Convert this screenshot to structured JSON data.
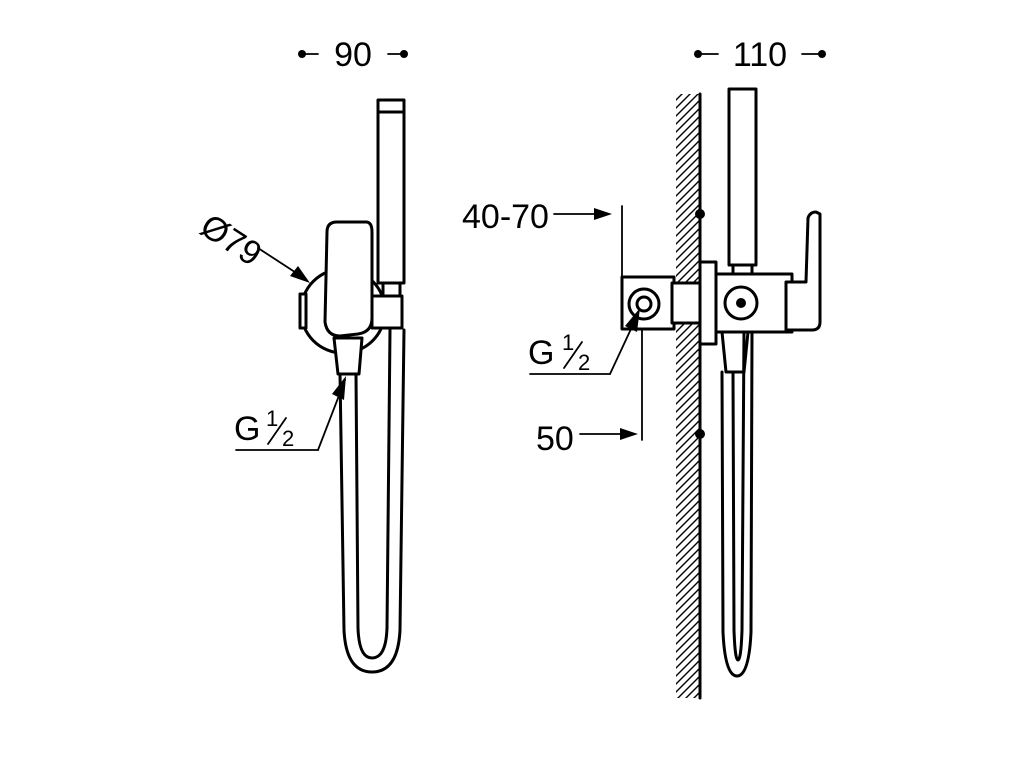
{
  "dimensions": {
    "front_width": "90",
    "side_width": "110",
    "diameter": "Ø79",
    "wall_depth": "40-70",
    "inlet_depth": "50",
    "thread_left_g": "G",
    "thread_right_g": "G",
    "thread_num": "1",
    "thread_den": "2"
  }
}
